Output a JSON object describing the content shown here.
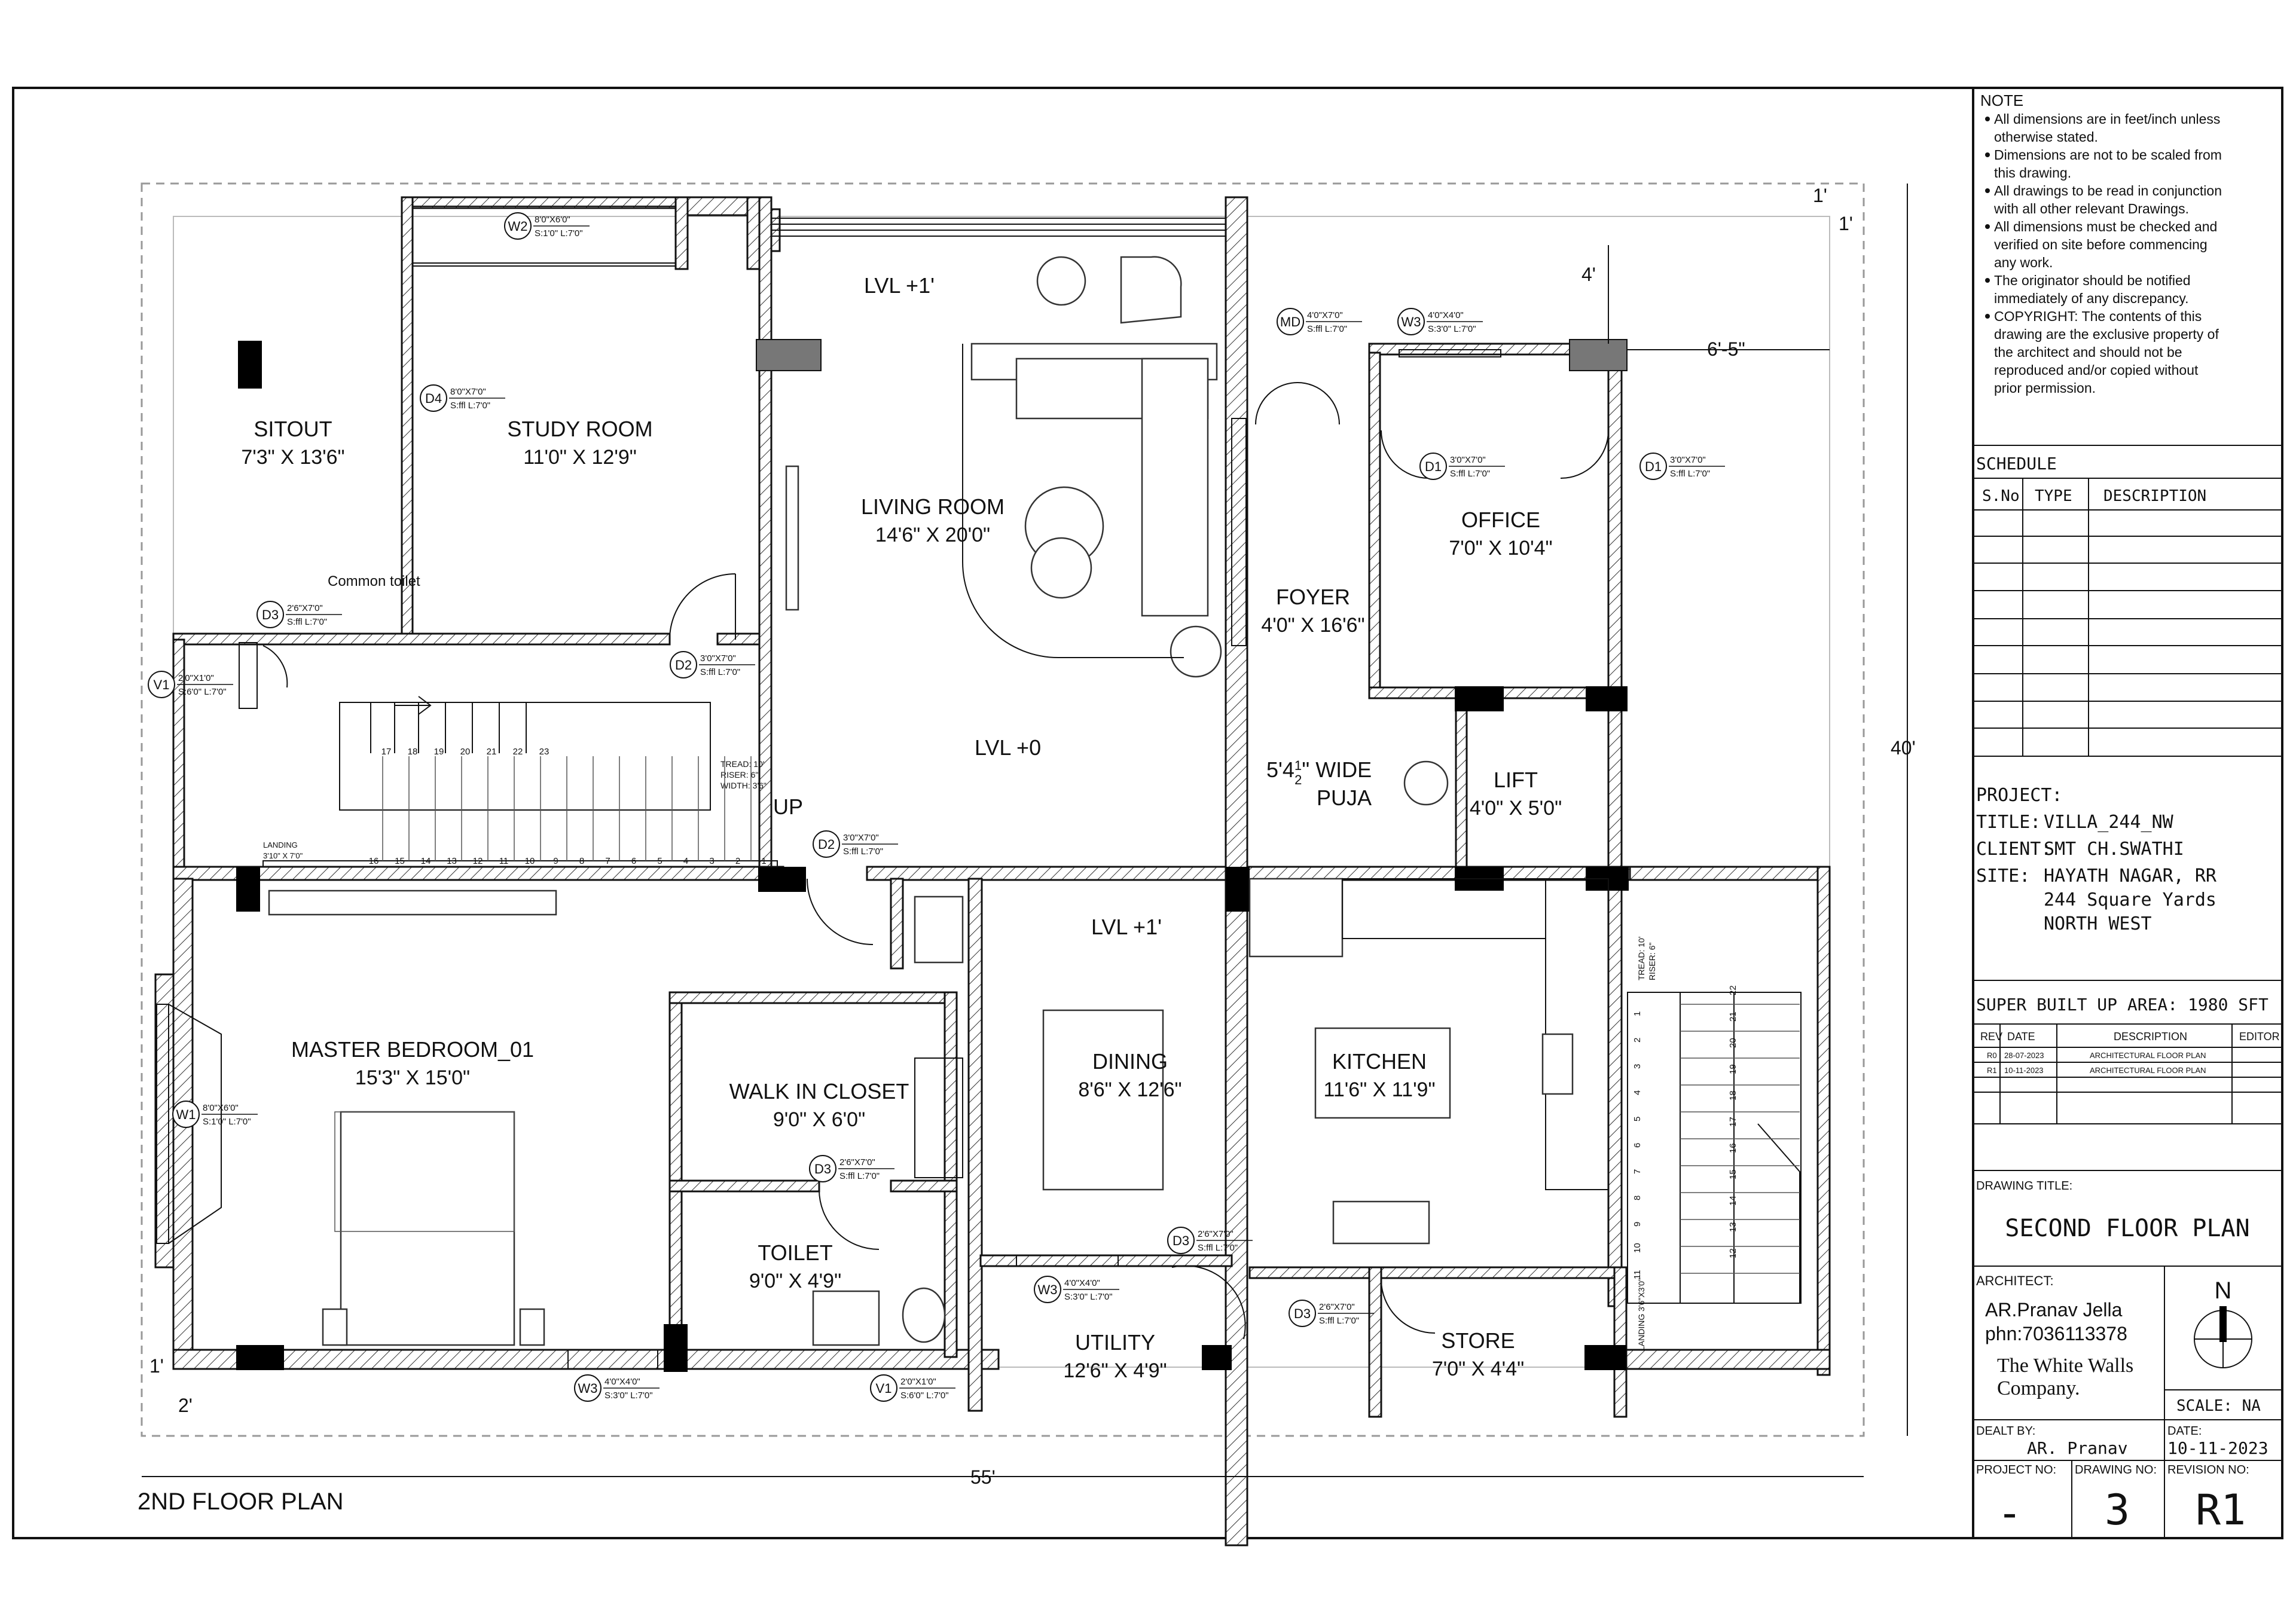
{
  "drawing": {
    "plan_label": "2ND FLOOR   PLAN",
    "rooms": [
      {
        "name": "SITOUT",
        "size": "7'3\" X 13'6\""
      },
      {
        "name": "STUDY ROOM",
        "size": "11'0\" X 12'9\""
      },
      {
        "name": "LIVING ROOM",
        "size": "14'6\" X 20'0\""
      },
      {
        "name": "FOYER",
        "size": "4'0\" X 16'6\""
      },
      {
        "name": "OFFICE",
        "size": "7'0\" X 10'4\""
      },
      {
        "name": "LIFT",
        "size": "4'0\" X 5'0\""
      },
      {
        "name": "MASTER BEDROOM_01",
        "size": "15'3\" X 15'0\""
      },
      {
        "name": "WALK IN CLOSET",
        "size": "9'0\" X 6'0\""
      },
      {
        "name": "TOILET",
        "size": "9'0\" X 4'9\""
      },
      {
        "name": "DINING",
        "size": "8'6\" X 12'6\""
      },
      {
        "name": "KITCHEN",
        "size": "11'6\" X 11'9\""
      },
      {
        "name": "UTILITY",
        "size": "12'6\" X 4'9\""
      },
      {
        "name": "STORE",
        "size": "7'0\" X 4'4\""
      }
    ],
    "puja": {
      "line1": "5'4",
      "frac_num": "1",
      "frac_den": "2",
      "line1_tail": "\" WIDE",
      "line2": "PUJA"
    },
    "levels": [
      "LVL +1'",
      "LVL +0",
      "LVL +1'"
    ],
    "common_toilet": "Common toilet",
    "stair_up": "UP",
    "stair_info": [
      "TREAD: 10'",
      "RISER: 6\"",
      "WIDTH: 3'6\""
    ],
    "landing": [
      "LANDING",
      "3'10\" X 7'0\""
    ],
    "stair_steps_top": [
      "17",
      "18",
      "19",
      "20",
      "21",
      "22",
      "23"
    ],
    "stair_steps_bottom": [
      "16",
      "15",
      "14",
      "13",
      "12",
      "11",
      "10",
      "9",
      "8",
      "7",
      "6",
      "5",
      "4",
      "3",
      "2",
      "1"
    ],
    "right_stair_steps_a": [
      "1",
      "2",
      "3",
      "4",
      "5",
      "6",
      "7",
      "8",
      "9",
      "10",
      "11"
    ],
    "right_stair_steps_b": [
      "22",
      "21",
      "20",
      "19",
      "18",
      "17",
      "16",
      "15",
      "14",
      "13",
      "12"
    ],
    "right_stair_info": [
      "TREAD: 10'",
      "RISER: 6\""
    ],
    "right_landing": "LANDING 3'6\"X3'0\"",
    "tags": [
      {
        "id": "W2",
        "size": "8'0\"X6'0\"",
        "sill": "S:1'0\" L:7'0\""
      },
      {
        "id": "D4",
        "size": "8'0\"X7'0\"",
        "sill": "S:ffl L:7'0\""
      },
      {
        "id": "MD",
        "size": "4'0\"X7'0\"",
        "sill": "S:ffl L:7'0\""
      },
      {
        "id": "W3",
        "size": "4'0\"X4'0\"",
        "sill": "S:3'0\" L:7'0\""
      },
      {
        "id": "D1",
        "size": "3'0\"X7'0\"",
        "sill": "S:ffl L:7'0\""
      },
      {
        "id": "D1",
        "size": "3'0\"X7'0\"",
        "sill": "S:ffl L:7'0\""
      },
      {
        "id": "D3",
        "size": "2'6\"X7'0\"",
        "sill": "S:ffl L:7'0\""
      },
      {
        "id": "D2",
        "size": "3'0\"X7'0\"",
        "sill": "S:ffl L:7'0\""
      },
      {
        "id": "V1",
        "size": "2'0\"X1'0\"",
        "sill": "S:6'0\" L:7'0\""
      },
      {
        "id": "D2",
        "size": "3'0\"X7'0\"",
        "sill": "S:ffl L:7'0\""
      },
      {
        "id": "W1",
        "size": "8'0\"X6'0\"",
        "sill": "S:1'0\" L:7'0\""
      },
      {
        "id": "D3",
        "size": "2'6\"X7'0\"",
        "sill": "S:ffl L:7'0\""
      },
      {
        "id": "D3",
        "size": "2'6\"X7'0\"",
        "sill": "S:ffl L:7'0\""
      },
      {
        "id": "W3",
        "size": "4'0\"X4'0\"",
        "sill": "S:3'0\" L:7'0\""
      },
      {
        "id": "D3",
        "size": "2'6\"X7'0\"",
        "sill": "S:ffl L:7'0\""
      },
      {
        "id": "W3",
        "size": "4'0\"X4'0\"",
        "sill": "S:3'0\" L:7'0\""
      },
      {
        "id": "V1",
        "size": "2'0\"X1'0\"",
        "sill": "S:6'0\" L:7'0\""
      }
    ],
    "dims": {
      "width": "55'",
      "height": "40'",
      "top_offset": "1'",
      "top_offset2": "1'",
      "side": "4'",
      "side2": "6'-5\"",
      "left_bottom": "1'",
      "bottom_left": "2'"
    }
  },
  "title_block": {
    "note_heading": "NOTE",
    "notes": [
      [
        "All dimensions are in feet/inch unless",
        "otherwise stated."
      ],
      [
        "Dimensions are not to be scaled from",
        "this drawing."
      ],
      [
        "All drawings to be read in conjunction",
        "with all other relevant Drawings."
      ],
      [
        "All dimensions must be checked and",
        "verified on site before commencing",
        "any work."
      ],
      [
        "The originator should be notified",
        "immediately of any discrepancy."
      ],
      [
        "COPYRIGHT: The contents of this",
        "drawing are the exclusive property of",
        "the architect and should not be",
        "reproduced and/or copied without",
        "prior permission."
      ]
    ],
    "schedule_heading": "SCHEDULE",
    "schedule_cols": [
      "S.No",
      "TYPE",
      "DESCRIPTION"
    ],
    "project_heading": "PROJECT:",
    "title_label": "TITLE:",
    "title_value": "VILLA_244_NW",
    "client_label": "CLIENT:",
    "client_value": "SMT CH.SWATHI",
    "site_label": "SITE:",
    "site_lines": [
      "HAYATH NAGAR, RR",
      "244 Square Yards",
      "NORTH WEST"
    ],
    "area": "SUPER BUILT UP AREA: 1980 SFT",
    "rev_cols": [
      "REV",
      "DATE",
      "DESCRIPTION",
      "EDITOR"
    ],
    "rev_rows": [
      [
        "R0",
        "28-07-2023",
        "ARCHITECTURAL FLOOR PLAN",
        ""
      ],
      [
        "R1",
        "10-11-2023",
        "ARCHITECTURAL FLOOR PLAN",
        ""
      ]
    ],
    "drawing_title_label": "DRAWING TITLE:",
    "drawing_title": "SECOND FLOOR PLAN",
    "architect_label": "ARCHITECT:",
    "architect_name": "AR.Pranav Jella",
    "architect_phone": "phn:7036113378",
    "company_line1": "The White Walls",
    "company_line2": "Company.",
    "north": "N",
    "scale": "SCALE:  NA",
    "dealt_label": "DEALT BY:",
    "dealt_value": "AR. Pranav",
    "date_label": "DATE:",
    "date_value": "10-11-2023",
    "project_no_label": "PROJECT NO:",
    "project_no": "-",
    "drawing_no_label": "DRAWING NO:",
    "drawing_no": "3",
    "revision_label": "REVISION NO:",
    "revision": "R1"
  }
}
